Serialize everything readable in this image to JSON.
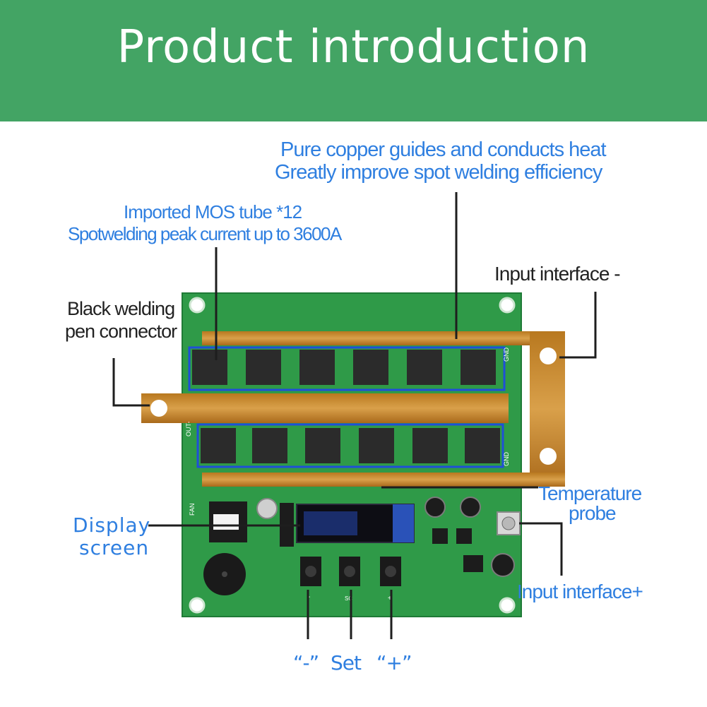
{
  "header": {
    "title": "Product introduction"
  },
  "labels": {
    "copper_line1": "Pure copper guides and conducts heat",
    "copper_line2": "Greatly improve spot welding efficiency",
    "mos_line1": "Imported MOS tube *12",
    "mos_line2": "Spotwelding peak current up to 3600A",
    "input_minus": "Input interface -",
    "black_pen_line1": "Black welding",
    "black_pen_line2": "pen connector",
    "temp_line1": "Temperature",
    "temp_line2": "probe",
    "display_line1": "Display",
    "display_line2": "screen",
    "input_plus": "Input interface+",
    "btn_minus": "“-”",
    "btn_set": "Set",
    "btn_plus": "“+”"
  },
  "board_silkscreen": {
    "gnd_top": "GND",
    "gnd_bottom": "GND",
    "out": "OUT-",
    "fan": "FAN",
    "btn_minus": "-",
    "btn_set": "SC",
    "btn_plus": "+"
  },
  "colors": {
    "banner": "#43a464",
    "label_blue": "#2f7fe0",
    "pcb_green": "#2f9a48",
    "copper": "#c98a2a",
    "highlight_box": "#1f4fd8"
  }
}
